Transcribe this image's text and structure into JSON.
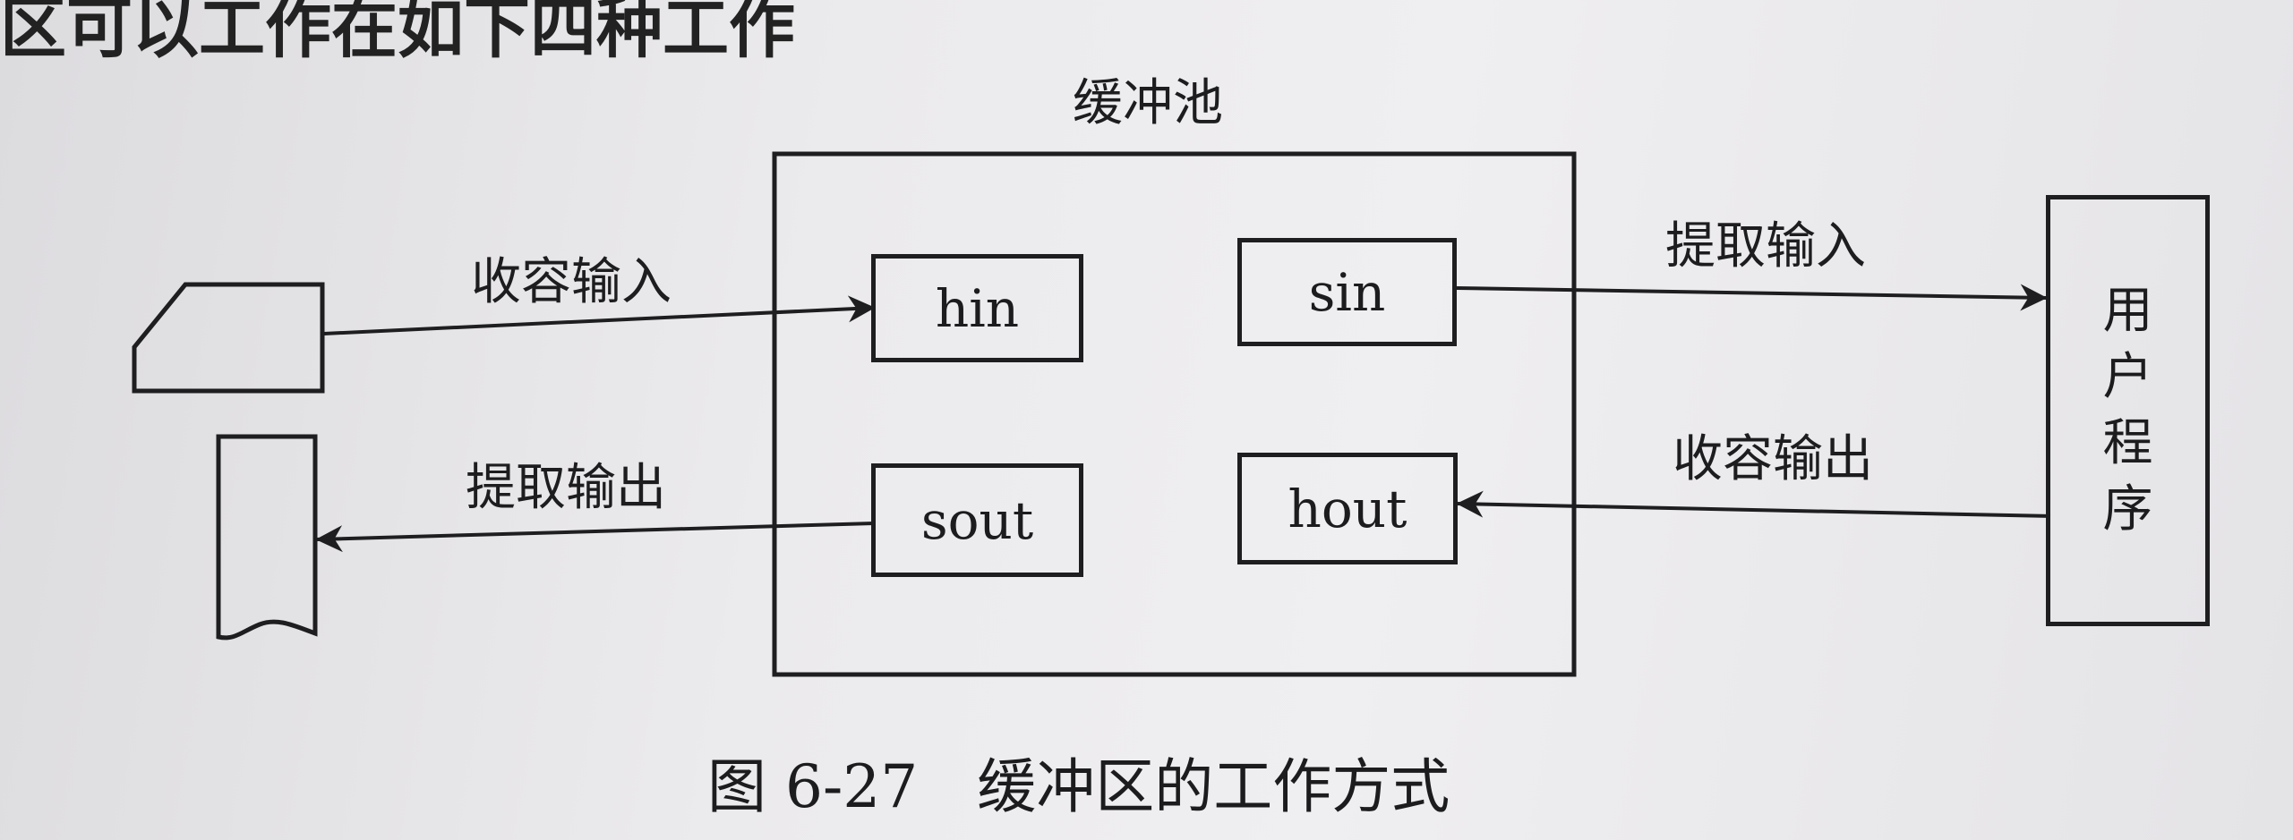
{
  "page": {
    "top_text": "区可以工作在如下四种工作"
  },
  "diagram": {
    "pool_label": "缓冲池",
    "buffers": {
      "hin": "hin",
      "sin": "sin",
      "sout": "sout",
      "hout": "hout"
    },
    "user_program": [
      "用",
      "户",
      "程",
      "序"
    ],
    "arrows": {
      "collect_input": "收容输入",
      "extract_input": "提取输入",
      "extract_output": "提取输出",
      "collect_output": "收容输出"
    }
  },
  "caption": "图 6-27　缓冲区的工作方式"
}
